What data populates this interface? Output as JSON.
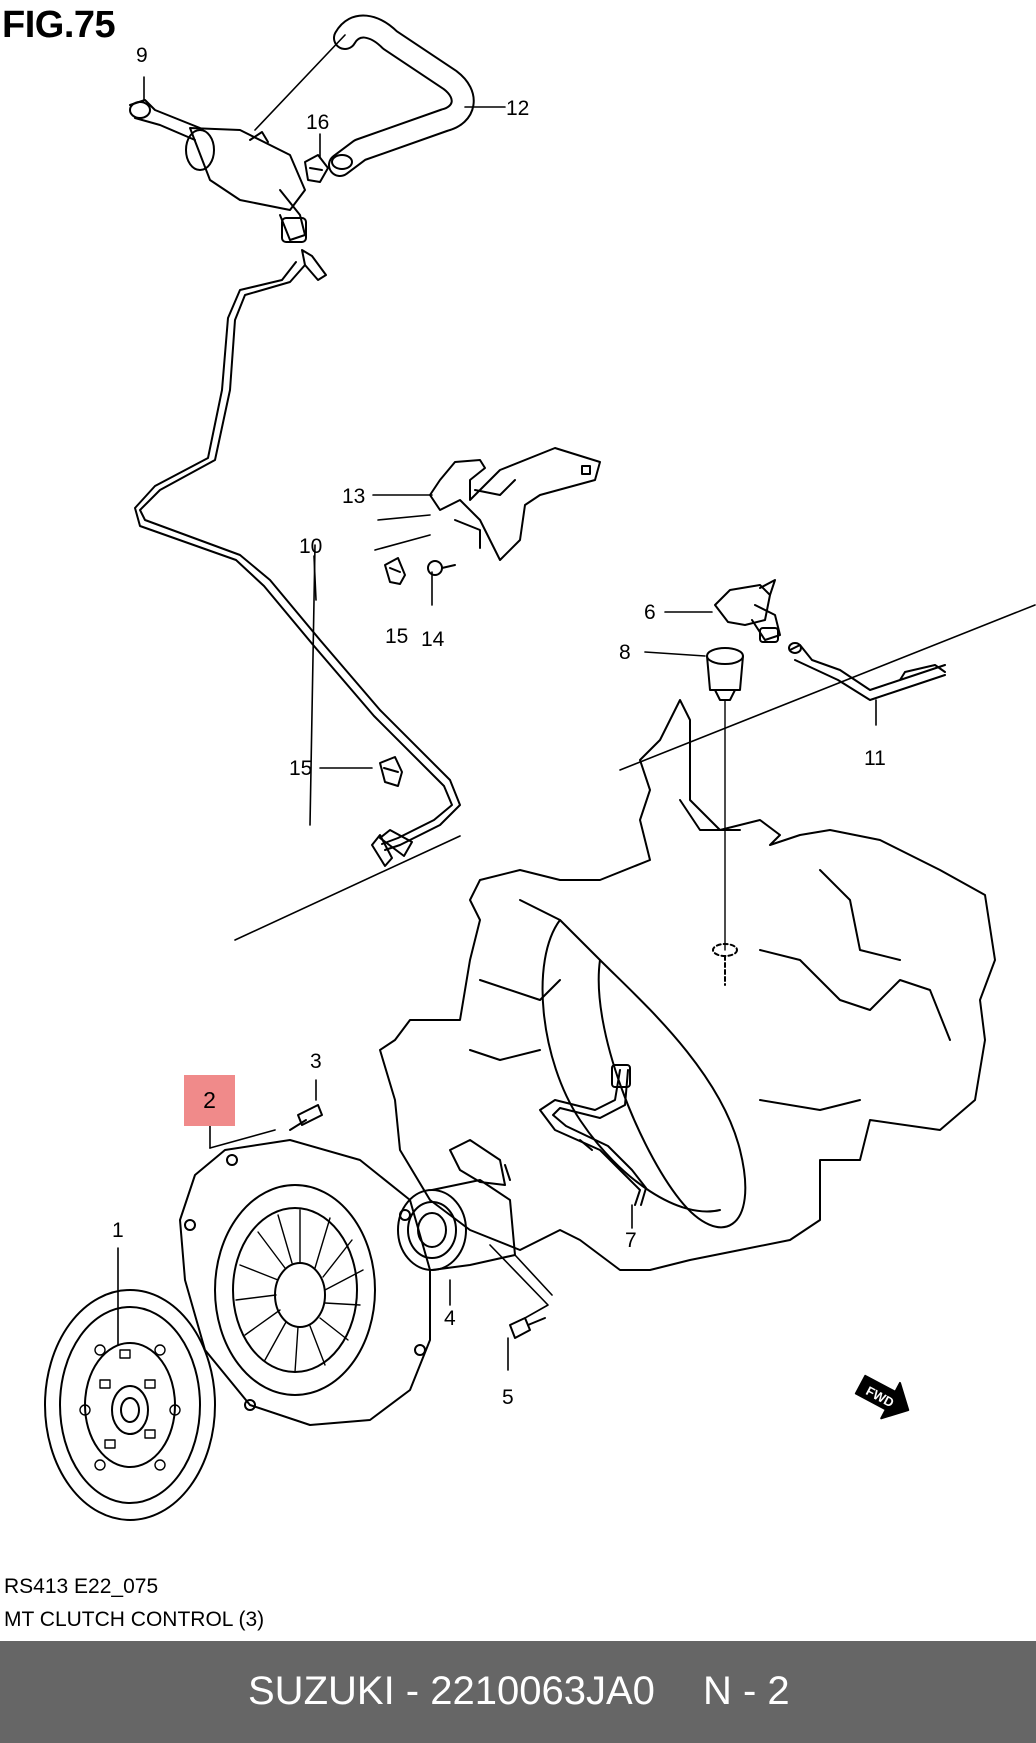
{
  "figure": {
    "title": "FIG.75"
  },
  "callouts": [
    {
      "id": "c1",
      "text": "1"
    },
    {
      "id": "c3",
      "text": "3"
    },
    {
      "id": "c4",
      "text": "4"
    },
    {
      "id": "c5",
      "text": "5"
    },
    {
      "id": "c6",
      "text": "6"
    },
    {
      "id": "c7",
      "text": "7"
    },
    {
      "id": "c8",
      "text": "8"
    },
    {
      "id": "c9",
      "text": "9"
    },
    {
      "id": "c10",
      "text": "10"
    },
    {
      "id": "c11",
      "text": "11"
    },
    {
      "id": "c12",
      "text": "12"
    },
    {
      "id": "c13",
      "text": "13"
    },
    {
      "id": "c14",
      "text": "14"
    },
    {
      "id": "c15a",
      "text": "15"
    },
    {
      "id": "c15b",
      "text": "15"
    },
    {
      "id": "c16",
      "text": "16"
    }
  ],
  "highlight": {
    "text": "2",
    "color": "#f08a8a"
  },
  "fwd_badge": "FWD",
  "footer": {
    "code": "RS413 E22_075",
    "caption": "MT CLUTCH CONTROL (3)"
  },
  "bottom_bar": {
    "part": "SUZUKI - 2210063JA0",
    "code": "N - 2",
    "background": "#666666"
  }
}
